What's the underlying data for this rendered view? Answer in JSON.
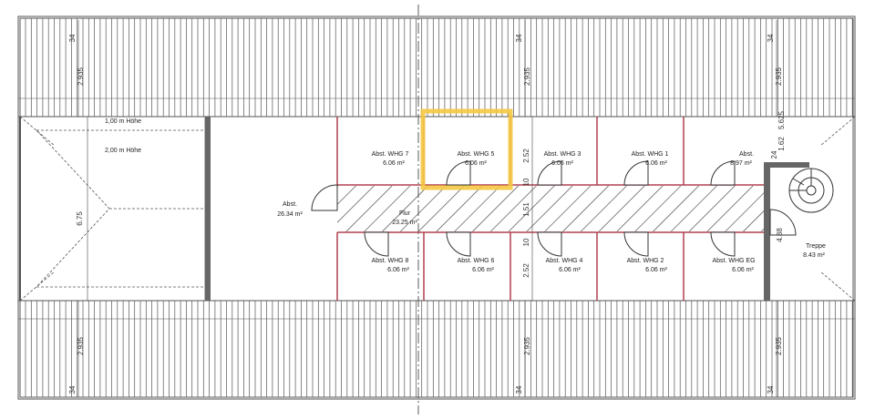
{
  "plan": {
    "roof_labels": {
      "height_1": "1,00 m Höhe",
      "height_2": "2,00 m Höhe"
    },
    "rooms": {
      "abst_big": {
        "name": "Abst.",
        "area": "26.34 m²"
      },
      "flur": {
        "name": "Flur",
        "area": "23.25 m²"
      },
      "whg7": {
        "name": "Abst. WHG 7",
        "area": "6.06 m²"
      },
      "whg5": {
        "name": "Abst. WHG 5",
        "area": "6.06 m²"
      },
      "whg3": {
        "name": "Abst. WHG 3",
        "area": "6.06 m²"
      },
      "whg1": {
        "name": "Abst. WHG 1",
        "area": "6.06 m²"
      },
      "abst_small": {
        "name": "Abst.",
        "area": "8.97 m²"
      },
      "whg8": {
        "name": "Abst. WHG 8",
        "area": "6.06 m²"
      },
      "whg6": {
        "name": "Abst. WHG 6",
        "area": "6.06 m²"
      },
      "whg4": {
        "name": "Abst. WHG 4",
        "area": "6.06 m²"
      },
      "whg2": {
        "name": "Abst. WHG 2",
        "area": "6.06 m²"
      },
      "whg_eg": {
        "name": "Abst. WHG EG",
        "area": "6.06 m²"
      },
      "treppe": {
        "name": "Treppe",
        "area": "8.43 m²"
      }
    },
    "dimensions": {
      "d34": "34",
      "d2935": "2.935",
      "d675": "6.75",
      "d252": "2.52",
      "d10": "10",
      "d151": "1.51",
      "d24": "24",
      "d162": "1.62",
      "d5625": "5.625",
      "d488": "4.88"
    },
    "colors": {
      "highlight": "#f5c842",
      "partition": "#b04050",
      "wall": "#555555",
      "line": "#555555"
    }
  }
}
